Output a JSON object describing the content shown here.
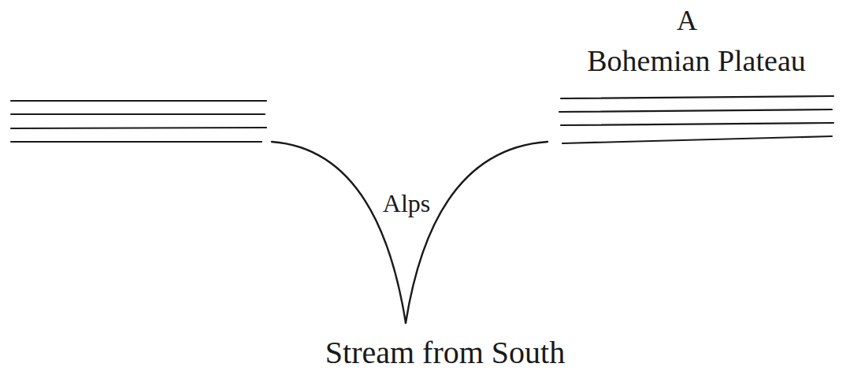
{
  "diagram": {
    "labels": [
      "A",
      "Bohemian Plateau",
      "Alps",
      "Stream from South"
    ]
  }
}
